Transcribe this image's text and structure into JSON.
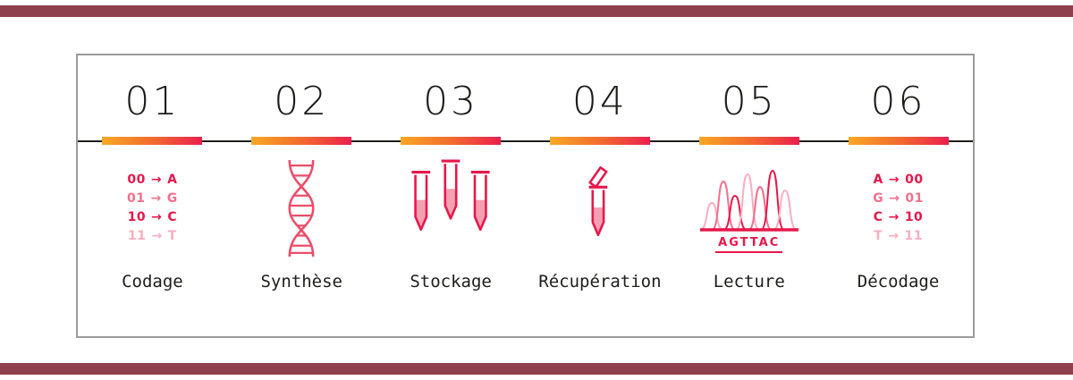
{
  "colors": {
    "accent_bar": "#8e414c",
    "gradient_start": "#f8a823",
    "gradient_end": "#ec1e4e",
    "primary_red": "#e8174b",
    "medium_pink": "#f0718d",
    "light_pink": "#f8afc0",
    "panel_border": "#9b9b9b",
    "text_dark": "#1d1d1b"
  },
  "icons": {
    "arrow_right": "→"
  },
  "steps": [
    {
      "number": "01",
      "label": "Codage"
    },
    {
      "number": "02",
      "label": "Synthèse"
    },
    {
      "number": "03",
      "label": "Stockage"
    },
    {
      "number": "04",
      "label": "Récupération"
    },
    {
      "number": "05",
      "label": "Lecture"
    },
    {
      "number": "06",
      "label": "Décodage"
    }
  ],
  "encoding_map": {
    "rows": [
      {
        "from": "00",
        "to": "A"
      },
      {
        "from": "01",
        "to": "G"
      },
      {
        "from": "10",
        "to": "C"
      },
      {
        "from": "11",
        "to": "T"
      }
    ]
  },
  "decoding_map": {
    "rows": [
      {
        "from": "A",
        "to": "00"
      },
      {
        "from": "G",
        "to": "01"
      },
      {
        "from": "C",
        "to": "10"
      },
      {
        "from": "T",
        "to": "11"
      }
    ]
  },
  "sequence_read": "AGTTAC"
}
